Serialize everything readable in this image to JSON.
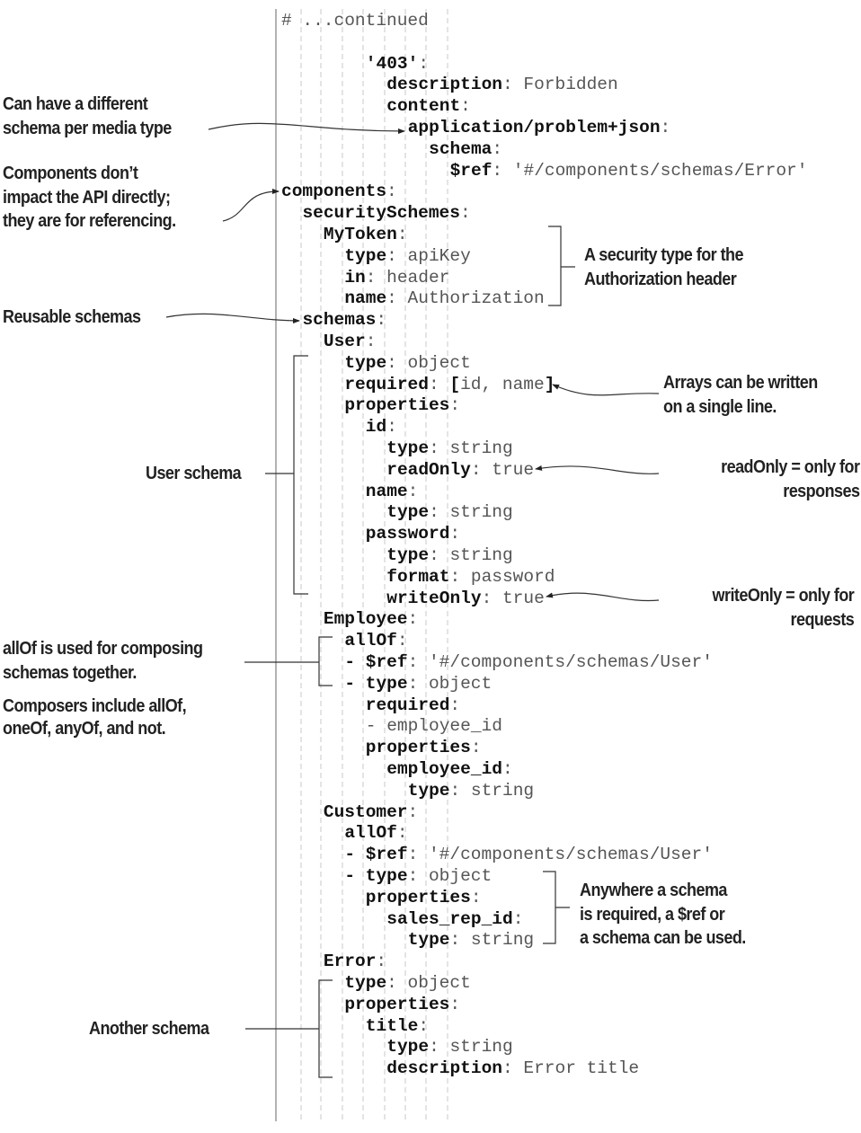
{
  "code": [
    {
      "indent": 0,
      "segs": [
        {
          "t": "# ...continued",
          "b": false
        }
      ]
    },
    {
      "indent": 0,
      "segs": []
    },
    {
      "indent": 4,
      "segs": [
        {
          "t": "'403'",
          "b": true
        },
        {
          "t": ":",
          "b": false
        }
      ]
    },
    {
      "indent": 5,
      "segs": [
        {
          "t": "description",
          "b": true
        },
        {
          "t": ": Forbidden",
          "b": false
        }
      ]
    },
    {
      "indent": 5,
      "segs": [
        {
          "t": "content",
          "b": true
        },
        {
          "t": ":",
          "b": false
        }
      ]
    },
    {
      "indent": 6,
      "segs": [
        {
          "t": "application/problem+json",
          "b": true
        },
        {
          "t": ":",
          "b": false
        }
      ]
    },
    {
      "indent": 7,
      "segs": [
        {
          "t": "schema",
          "b": true
        },
        {
          "t": ":",
          "b": false
        }
      ]
    },
    {
      "indent": 8,
      "segs": [
        {
          "t": "$ref",
          "b": true
        },
        {
          "t": ": '#/components/schemas/Error'",
          "b": false
        }
      ]
    },
    {
      "indent": 0,
      "segs": [
        {
          "t": "components",
          "b": true
        },
        {
          "t": ":",
          "b": false
        }
      ]
    },
    {
      "indent": 1,
      "segs": [
        {
          "t": "securitySchemes",
          "b": true
        },
        {
          "t": ":",
          "b": false
        }
      ]
    },
    {
      "indent": 2,
      "segs": [
        {
          "t": "MyToken",
          "b": true
        },
        {
          "t": ":",
          "b": false
        }
      ]
    },
    {
      "indent": 3,
      "segs": [
        {
          "t": "type",
          "b": true
        },
        {
          "t": ": apiKey",
          "b": false
        }
      ]
    },
    {
      "indent": 3,
      "segs": [
        {
          "t": "in",
          "b": true
        },
        {
          "t": ": header",
          "b": false
        }
      ]
    },
    {
      "indent": 3,
      "segs": [
        {
          "t": "name",
          "b": true
        },
        {
          "t": ": Authorization",
          "b": false
        }
      ]
    },
    {
      "indent": 1,
      "segs": [
        {
          "t": "schemas",
          "b": true
        },
        {
          "t": ":",
          "b": false
        }
      ]
    },
    {
      "indent": 2,
      "segs": [
        {
          "t": "User",
          "b": true
        },
        {
          "t": ":",
          "b": false
        }
      ]
    },
    {
      "indent": 3,
      "segs": [
        {
          "t": "type",
          "b": true
        },
        {
          "t": ": object",
          "b": false
        }
      ]
    },
    {
      "indent": 3,
      "segs": [
        {
          "t": "required",
          "b": true
        },
        {
          "t": ": ",
          "b": false
        },
        {
          "t": "[",
          "b": true
        },
        {
          "t": "id, name",
          "b": false
        },
        {
          "t": "]",
          "b": true
        }
      ]
    },
    {
      "indent": 3,
      "segs": [
        {
          "t": "properties",
          "b": true
        },
        {
          "t": ":",
          "b": false
        }
      ]
    },
    {
      "indent": 4,
      "segs": [
        {
          "t": "id",
          "b": true
        },
        {
          "t": ":",
          "b": false
        }
      ]
    },
    {
      "indent": 5,
      "segs": [
        {
          "t": "type",
          "b": true
        },
        {
          "t": ": string",
          "b": false
        }
      ]
    },
    {
      "indent": 5,
      "segs": [
        {
          "t": "readOnly",
          "b": true
        },
        {
          "t": ": true",
          "b": false
        }
      ]
    },
    {
      "indent": 4,
      "segs": [
        {
          "t": "name",
          "b": true
        },
        {
          "t": ":",
          "b": false
        }
      ]
    },
    {
      "indent": 5,
      "segs": [
        {
          "t": "type",
          "b": true
        },
        {
          "t": ": string",
          "b": false
        }
      ]
    },
    {
      "indent": 4,
      "segs": [
        {
          "t": "password",
          "b": true
        },
        {
          "t": ":",
          "b": false
        }
      ]
    },
    {
      "indent": 5,
      "segs": [
        {
          "t": "type",
          "b": true
        },
        {
          "t": ": string",
          "b": false
        }
      ]
    },
    {
      "indent": 5,
      "segs": [
        {
          "t": "format",
          "b": true
        },
        {
          "t": ": password",
          "b": false
        }
      ]
    },
    {
      "indent": 5,
      "segs": [
        {
          "t": "writeOnly",
          "b": true
        },
        {
          "t": ": true",
          "b": false
        }
      ]
    },
    {
      "indent": 2,
      "segs": [
        {
          "t": "Employee",
          "b": true
        },
        {
          "t": ":",
          "b": false
        }
      ]
    },
    {
      "indent": 3,
      "segs": [
        {
          "t": "allOf",
          "b": true
        },
        {
          "t": ":",
          "b": false
        }
      ]
    },
    {
      "indent": 3,
      "segs": [
        {
          "t": "- $ref",
          "b": true
        },
        {
          "t": ": '#/components/schemas/User'",
          "b": false
        }
      ]
    },
    {
      "indent": 3,
      "segs": [
        {
          "t": "- type",
          "b": true
        },
        {
          "t": ": object",
          "b": false
        }
      ]
    },
    {
      "indent": 4,
      "segs": [
        {
          "t": "required",
          "b": true
        },
        {
          "t": ":",
          "b": false
        }
      ]
    },
    {
      "indent": 4,
      "segs": [
        {
          "t": "- employee_id",
          "b": false
        }
      ]
    },
    {
      "indent": 4,
      "segs": [
        {
          "t": "properties",
          "b": true
        },
        {
          "t": ":",
          "b": false
        }
      ]
    },
    {
      "indent": 5,
      "segs": [
        {
          "t": "employee_id",
          "b": true
        },
        {
          "t": ":",
          "b": false
        }
      ]
    },
    {
      "indent": 6,
      "segs": [
        {
          "t": "type",
          "b": true
        },
        {
          "t": ": string",
          "b": false
        }
      ]
    },
    {
      "indent": 2,
      "segs": [
        {
          "t": "Customer",
          "b": true
        },
        {
          "t": ":",
          "b": false
        }
      ]
    },
    {
      "indent": 3,
      "segs": [
        {
          "t": "allOf",
          "b": true
        },
        {
          "t": ":",
          "b": false
        }
      ]
    },
    {
      "indent": 3,
      "segs": [
        {
          "t": "- $ref",
          "b": true
        },
        {
          "t": ": '#/components/schemas/User'",
          "b": false
        }
      ]
    },
    {
      "indent": 3,
      "segs": [
        {
          "t": "- type",
          "b": true
        },
        {
          "t": ": object",
          "b": false
        }
      ]
    },
    {
      "indent": 4,
      "segs": [
        {
          "t": "properties",
          "b": true
        },
        {
          "t": ":",
          "b": false
        }
      ]
    },
    {
      "indent": 5,
      "segs": [
        {
          "t": "sales_rep_id",
          "b": true
        },
        {
          "t": ":",
          "b": false
        }
      ]
    },
    {
      "indent": 6,
      "segs": [
        {
          "t": "type",
          "b": true
        },
        {
          "t": ": string",
          "b": false
        }
      ]
    },
    {
      "indent": 2,
      "segs": [
        {
          "t": "Error",
          "b": true
        },
        {
          "t": ":",
          "b": false
        }
      ]
    },
    {
      "indent": 3,
      "segs": [
        {
          "t": "type",
          "b": true
        },
        {
          "t": ": object",
          "b": false
        }
      ]
    },
    {
      "indent": 3,
      "segs": [
        {
          "t": "properties",
          "b": true
        },
        {
          "t": ":",
          "b": false
        }
      ]
    },
    {
      "indent": 4,
      "segs": [
        {
          "t": "title",
          "b": true
        },
        {
          "t": ":",
          "b": false
        }
      ]
    },
    {
      "indent": 5,
      "segs": [
        {
          "t": "type",
          "b": true
        },
        {
          "t": ": string",
          "b": false
        }
      ]
    },
    {
      "indent": 5,
      "segs": [
        {
          "t": "description",
          "b": true
        },
        {
          "t": ": Error title",
          "b": false
        }
      ]
    }
  ],
  "annotations": {
    "media_type": [
      "Can have a different",
      "schema per media type"
    ],
    "components": [
      "Components don’t",
      "impact the API directly;",
      "they are for referencing."
    ],
    "security": [
      "A security type for the",
      "Authorization header"
    ],
    "reusable": [
      "Reusable schemas"
    ],
    "arrays": [
      "Arrays can be written",
      "on a single line."
    ],
    "user_schema": [
      "User schema"
    ],
    "readonly": [
      "readOnly = only for",
      "responses"
    ],
    "writeonly": [
      "writeOnly = only for",
      "requests"
    ],
    "allof": [
      "allOf is used for composing",
      "schemas together."
    ],
    "composers": [
      "Composers include allOf,",
      "oneOf, anyOf, and not."
    ],
    "anywhere": [
      "Anywhere a schema",
      "is required, a $ref or",
      "a schema can be used."
    ],
    "another": [
      "Another schema"
    ]
  }
}
